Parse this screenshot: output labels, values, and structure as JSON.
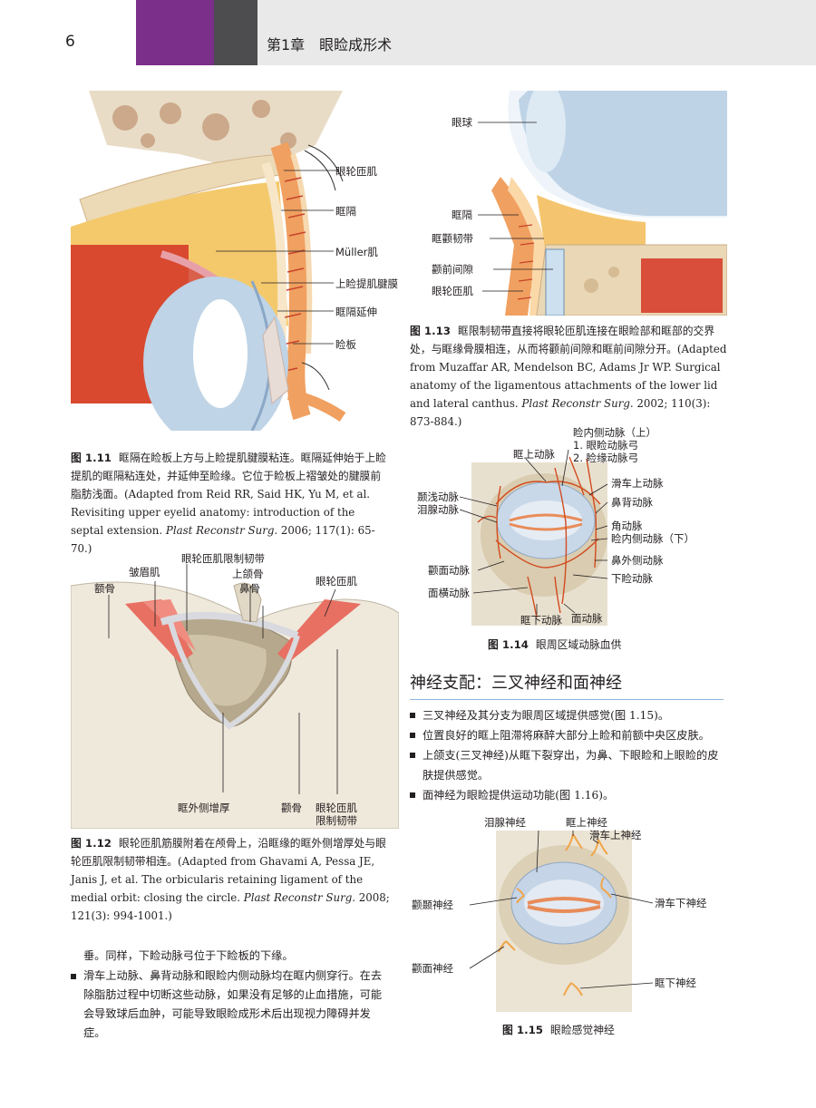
{
  "header": {
    "page_number": "6",
    "chapter_title": "第1章　眼睑成形术"
  },
  "fig_1_11": {
    "labels": {
      "orbicularis": "眼轮匝肌",
      "septum": "眶隔",
      "muller": "Müller肌",
      "levator_aponeurosis": "上睑提肌腱膜",
      "septal_extension": "眶隔延伸",
      "tarsus": "睑板"
    },
    "caption_num": "图 1.11",
    "caption_text": "眶隔在睑板上方与上睑提肌腱膜粘连。眶隔延伸始于上睑提肌的眶隔粘连处，并延伸至睑缘。它位于睑板上褶皱处的腱膜前脂肪浅面。(Adapted from Reid RR, Said HK, Yu M, et al. Revisiting upper eyelid anatomy: introduction of the septal extension. ",
    "caption_journal": "Plast Reconstr Surg.",
    "caption_tail": " 2006; 117(1): 65-70.)"
  },
  "fig_1_12": {
    "labels": {
      "corrugator": "皱眉肌",
      "orl": "眼轮匝肌限制韧带",
      "maxilla": "上颌骨",
      "nasal_bone": "鼻骨",
      "orbicularis": "眼轮匝肌",
      "frontal_bone": "额骨",
      "lateral_thickening": "眶外侧增厚",
      "zygoma": "颧骨",
      "orl_2": "眼轮匝肌\n限制韧带"
    },
    "caption_num": "图 1.12",
    "caption_text": "眼轮匝肌筋膜附着在颅骨上，沿眶缘的眶外侧增厚处与眼轮匝肌限制韧带相连。(Adapted from Ghavami A, Pessa JE, Janis J, et al. The orbicularis retaining ligament of the medial orbit: closing the circle. ",
    "caption_journal": "Plast Reconstr Surg.",
    "caption_tail": " 2008; 121(3): 994-1001.)"
  },
  "fig_1_13": {
    "labels": {
      "eyeball": "眼球",
      "septum": "眶隔",
      "orbitomalar_ligament": "眶颧韧带",
      "prezygomatic_space": "颧前间隙",
      "orbicularis": "眼轮匝肌"
    },
    "caption_num": "图 1.13",
    "caption_text": "眶限制韧带直接将眼轮匝肌连接在眼睑部和眶部的交界处，与眶缘骨膜相连，从而将颧前间隙和眶前间隙分开。(Adapted from Muzaffar AR, Mendelson BC, Adams Jr WP. Surgical anatomy of the ligamentous attachments of the lower lid and lateral canthus. ",
    "caption_journal": "Plast Reconstr Surg.",
    "caption_tail": " 2002; 110(3): 873-884.)"
  },
  "fig_1_14": {
    "labels": {
      "medial_palpebral_upper": "睑内侧动脉（上）",
      "medial_palpebral_items": "1. 眼睑动脉弓\n2. 睑缘动脉弓",
      "supraorbital": "眶上动脉",
      "supratrochlear": "滑车上动脉",
      "superficial_temporal": "颞浅动脉",
      "dorsal_nasal": "鼻背动脉",
      "lacrimal": "泪腺动脉",
      "angular": "角动脉",
      "medial_palpebral_lower": "睑内侧动脉（下）",
      "external_nasal": "鼻外侧动脉",
      "zygomaticofacial": "颧面动脉",
      "inferior_palpebral": "下睑动脉",
      "transverse_facial": "面横动脉",
      "infraorbital": "眶下动脉",
      "facial": "面动脉"
    },
    "caption_num": "图 1.14",
    "caption_text": "眼周区域动脉血供"
  },
  "section": {
    "title": "神经支配：三叉神经和面神经",
    "bullets": [
      "三叉神经及其分支为眼周区域提供感觉(图 1.15)。",
      "位置良好的眶上阻滞将麻醉大部分上睑和前额中央区皮肤。",
      "上颌支(三叉神经)从眶下裂穿出，为鼻、下眼睑和上眼睑的皮肤提供感觉。",
      "面神经为眼睑提供运动功能(图 1.16)。"
    ]
  },
  "fig_1_15": {
    "labels": {
      "lacrimal": "泪腺神经",
      "supraorbital": "眶上神经",
      "supratrochlear": "滑车上神经",
      "zygomaticotemporal": "颧颞神经",
      "infratrochlear": "滑车下神经",
      "zygomaticofacial": "颧面神经",
      "infraorbital": "眶下神经"
    },
    "caption_num": "图 1.15",
    "caption_text": "眼睑感觉神经"
  },
  "body": {
    "continuation": "垂。同样，下睑动脉弓位于下睑板的下缘。",
    "bullets": [
      "滑车上动脉、鼻背动脉和眼睑内侧动脉均在眶内侧穿行。在去除脂肪过程中切断这些动脉，如果没有足够的止血措施，可能会导致球后血肿，可能导致眼睑成形术后出现视力障碍并发症。"
    ]
  }
}
